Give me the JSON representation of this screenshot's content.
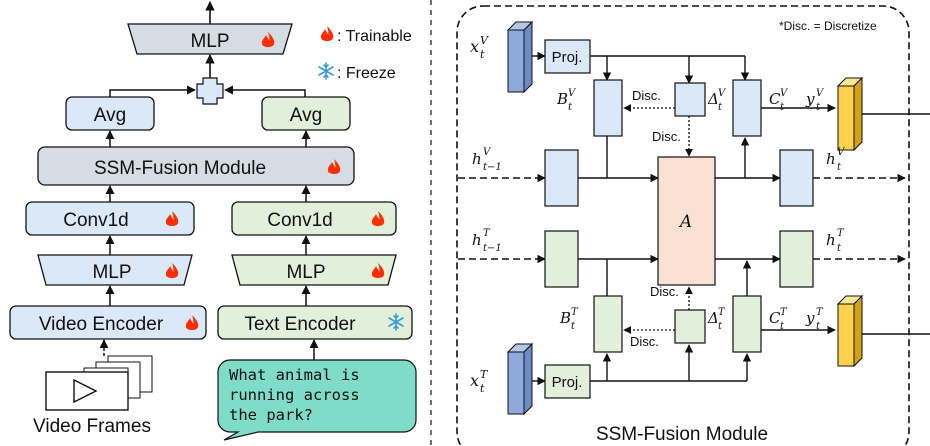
{
  "colors": {
    "gray_box": "#d6dce4",
    "blue_box": "#dae8f7",
    "green_box": "#e2efda",
    "a_box": "#fbe1d4",
    "text_bubble": "#7fdcc9",
    "flame": "#ff2d00",
    "snow": "#3a9ad9",
    "vec_blue": "#8ea9db",
    "vec_yellow": "#ffd24d"
  },
  "legend": {
    "trainable_label": ": Trainable",
    "freeze_label": ": Freeze"
  },
  "left": {
    "top_mlp": "MLP",
    "avg_video": "Avg",
    "avg_text": "Avg",
    "fusion": "SSM-Fusion Module",
    "conv_video": "Conv1d",
    "conv_text": "Conv1d",
    "mlp_video": "MLP",
    "mlp_text": "MLP",
    "video_encoder": "Video Encoder",
    "text_encoder": "Text Encoder",
    "frames_label": "Video Frames",
    "question_lines": [
      "What animal is",
      "running across",
      "the park?"
    ]
  },
  "right": {
    "note": "*Disc. = Discretize",
    "title": "SSM-Fusion Module",
    "proj_top": "Proj.",
    "proj_bottom": "Proj.",
    "disc": "Disc.",
    "a_label": "A",
    "x_v": "x",
    "x_v_sup": "V",
    "x_t": "x",
    "x_t_sup": "T",
    "b_v": "B",
    "b_v_sup": "V",
    "b_t": "B",
    "b_t_sup": "T",
    "delta_v": "Δ",
    "delta_v_sup": "V",
    "delta_t": "Δ",
    "delta_t_sup": "T",
    "c_v": "C",
    "c_v_sup": "V",
    "c_t": "C",
    "c_t_sup": "T",
    "y_v": "y",
    "y_v_sup": "V",
    "y_t": "y",
    "y_t_sup": "T",
    "h_v_prev": "h",
    "h_v_prev_sup": "V",
    "h_t_prev": "h",
    "h_t_prev_sup": "T",
    "h_v": "h",
    "h_v_sup": "V",
    "h_t": "h",
    "h_t_sup": "T",
    "sub_t": "t",
    "sub_t_minus_1": "t−1"
  }
}
